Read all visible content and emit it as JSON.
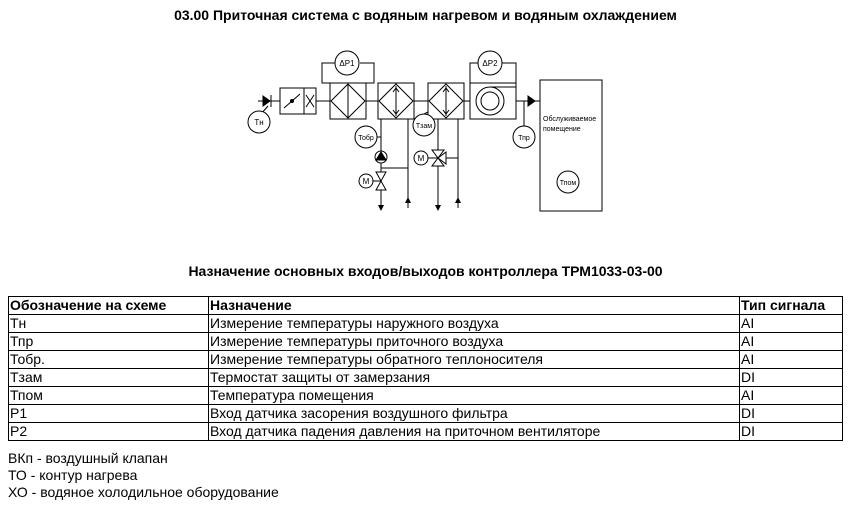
{
  "title": "03.00 Приточная система с водяным нагревом и водяным охлаждением",
  "diagram": {
    "labels": {
      "dp1": "ΔP1",
      "dp2": "ΔP2",
      "tn": "Тн",
      "tobr": "Тобр",
      "tzam": "Тзам",
      "tpr": "Тпр",
      "tpom": "Тпом",
      "m1": "М",
      "m2": "М",
      "room_line1": "Обслуживаемое",
      "room_line2": "помещение"
    }
  },
  "table": {
    "title": "Назначение основных входов/выходов контроллера ТРМ1033-03-00",
    "headers": [
      "Обозначение на схеме",
      "Назначение",
      "Тип сигнала"
    ],
    "rows": [
      [
        "Тн",
        "Измерение температуры наружного воздуха",
        "AI"
      ],
      [
        "Тпр",
        "Измерение температуры приточного воздуха",
        "AI"
      ],
      [
        "Тобр.",
        "Измерение температуры обратного теплоносителя",
        "AI"
      ],
      [
        "Тзам",
        "Термостат защиты от замерзания",
        "DI"
      ],
      [
        "Тпом",
        "Температура помещения",
        "AI"
      ],
      [
        "P1",
        "Вход датчика засорения воздушного фильтра",
        "DI"
      ],
      [
        "P2",
        "Вход датчика падения давления на приточном вентиляторе",
        "DI"
      ]
    ]
  },
  "legend": [
    "ВКп - воздушный клапан",
    "ТО - контур нагрева",
    "ХО - водяное холодильное оборудование"
  ]
}
